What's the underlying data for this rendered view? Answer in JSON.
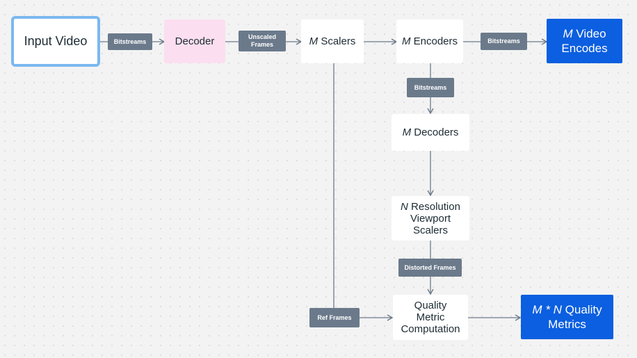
{
  "nodes": {
    "input_video": "Input Video",
    "decoder": "Decoder",
    "m_scalers": {
      "var": "M",
      "text": " Scalers"
    },
    "m_encoders": {
      "var": "M",
      "text": " Encoders"
    },
    "m_video_encodes": {
      "line1_var": "M",
      "line1_text": " Video",
      "line2": "Encodes"
    },
    "m_decoders": {
      "var": "M",
      "text": " Decoders"
    },
    "n_resolution_scalers": {
      "line1_var": "N",
      "line1_text": " Resolution",
      "line2": "Viewport",
      "line3": "Scalers"
    },
    "quality_metric_computation": {
      "line1": "Quality",
      "line2": "Metric",
      "line3": "Computation"
    },
    "mn_quality_metrics": {
      "line1_var_m": "M",
      "line1_op": " * ",
      "line1_var_n": "N",
      "line1_text": " Quality",
      "line2": "Metrics"
    }
  },
  "edge_labels": {
    "bitstreams_1": "Bitstreams",
    "unscaled_frames": {
      "line1": "Unscaled",
      "line2": "Frames"
    },
    "bitstreams_2": "Bitstreams",
    "bitstreams_3": "Bitstreams",
    "distorted_frames": "Distorted Frames",
    "ref_frames": "Ref Frames"
  },
  "colors": {
    "background": "#f3f3f3",
    "node": "#ffffff",
    "decoder_fill": "#fbdff0",
    "input_border": "#7bb8f0",
    "output_fill": "#0b5fe0",
    "label_fill": "#6b7a8b",
    "connector": "#6b7a8b",
    "text": "#1c2b33"
  }
}
